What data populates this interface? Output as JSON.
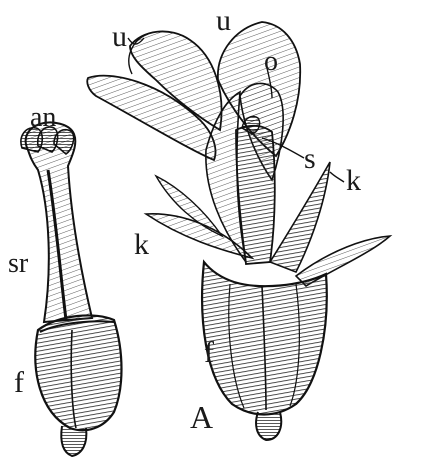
{
  "figure": {
    "labels": {
      "an": "an",
      "sr": "sr",
      "f_left": "f",
      "u_left": "u",
      "u_right": "u",
      "o": "o",
      "s": "s",
      "k_right": "k",
      "k_left": "k",
      "f_right": "f",
      "A": "A"
    }
  }
}
